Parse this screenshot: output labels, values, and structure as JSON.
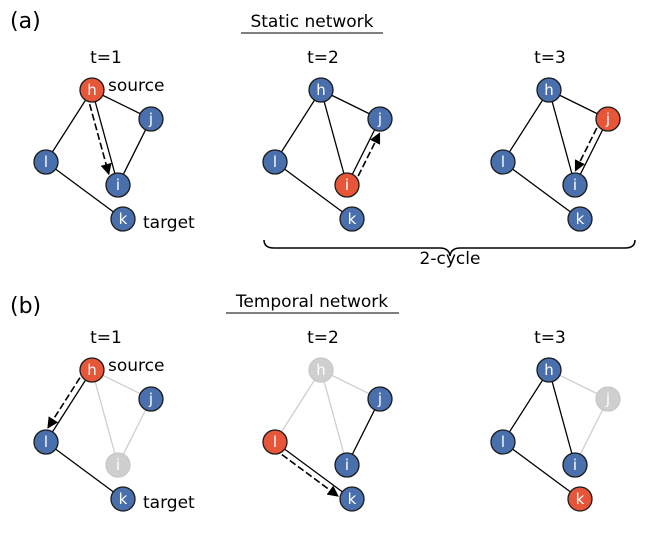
{
  "colors": {
    "node": "#4a6fad",
    "active": "#e8563a",
    "faded_node": "#cfcfcf",
    "edge": "#000000",
    "faded_edge": "#cfcfcf"
  },
  "panel_a": {
    "label": "(a)",
    "heading": "Static network",
    "brace_label": "2-cycle",
    "snapshots": [
      {
        "time_label": "t=1",
        "source_label": "source",
        "target_label": "target",
        "active": [
          "h"
        ],
        "faded_nodes": [],
        "edges": [
          [
            "h",
            "l"
          ],
          [
            "h",
            "i"
          ],
          [
            "h",
            "j"
          ],
          [
            "j",
            "i"
          ],
          [
            "l",
            "k"
          ]
        ],
        "faded_edges": [],
        "walk": [
          "h",
          "i"
        ]
      },
      {
        "time_label": "t=2",
        "active": [
          "i"
        ],
        "faded_nodes": [],
        "edges": [
          [
            "h",
            "l"
          ],
          [
            "h",
            "i"
          ],
          [
            "h",
            "j"
          ],
          [
            "j",
            "i"
          ],
          [
            "l",
            "k"
          ]
        ],
        "faded_edges": [],
        "walk": [
          "i",
          "j"
        ]
      },
      {
        "time_label": "t=3",
        "active": [
          "j"
        ],
        "faded_nodes": [],
        "edges": [
          [
            "h",
            "l"
          ],
          [
            "h",
            "i"
          ],
          [
            "h",
            "j"
          ],
          [
            "j",
            "i"
          ],
          [
            "l",
            "k"
          ]
        ],
        "faded_edges": [],
        "walk": [
          "j",
          "i"
        ]
      }
    ]
  },
  "panel_b": {
    "label": "(b)",
    "heading": "Temporal network",
    "snapshots": [
      {
        "time_label": "t=1",
        "source_label": "source",
        "target_label": "target",
        "active": [
          "h"
        ],
        "faded_nodes": [
          "i"
        ],
        "edges": [
          [
            "h",
            "l"
          ],
          [
            "l",
            "k"
          ]
        ],
        "faded_edges": [
          [
            "h",
            "i"
          ],
          [
            "h",
            "j"
          ],
          [
            "j",
            "i"
          ]
        ],
        "walk": [
          "h",
          "l"
        ]
      },
      {
        "time_label": "t=2",
        "active": [
          "l"
        ],
        "faded_nodes": [
          "h"
        ],
        "edges": [
          [
            "j",
            "i"
          ],
          [
            "l",
            "k"
          ]
        ],
        "faded_edges": [
          [
            "h",
            "l"
          ],
          [
            "h",
            "i"
          ],
          [
            "h",
            "j"
          ]
        ],
        "walk": [
          "l",
          "k"
        ]
      },
      {
        "time_label": "t=3",
        "active": [
          "k"
        ],
        "faded_nodes": [
          "j"
        ],
        "edges": [
          [
            "h",
            "l"
          ],
          [
            "h",
            "i"
          ],
          [
            "l",
            "k"
          ]
        ],
        "faded_edges": [
          [
            "h",
            "j"
          ],
          [
            "j",
            "i"
          ]
        ],
        "walk": []
      }
    ]
  },
  "node_names": {
    "h": "h",
    "i": "i",
    "j": "j",
    "k": "k",
    "l": "l"
  }
}
